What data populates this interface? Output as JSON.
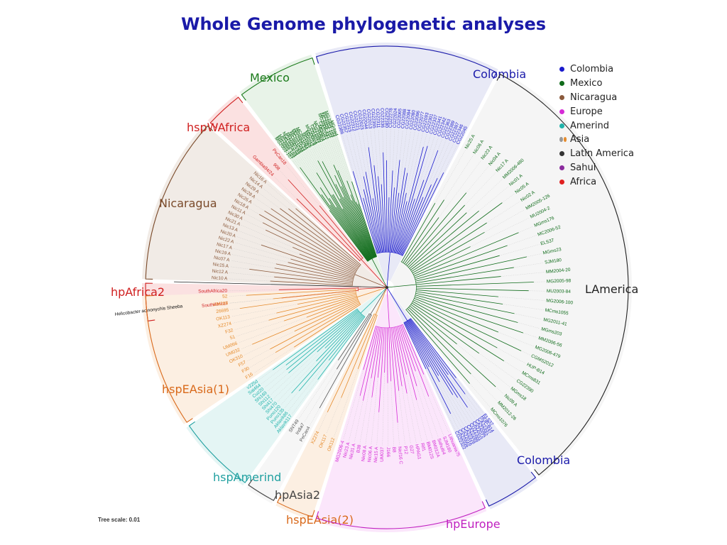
{
  "title": "Whole Genome phylogenetic analyses",
  "tree_scale": "Tree scale: 0.01",
  "legend": [
    {
      "label": "Colombia",
      "colors": [
        "#1a1acc"
      ]
    },
    {
      "label": "Mexico",
      "colors": [
        "#0f6b1a"
      ]
    },
    {
      "label": "Nicaragua",
      "colors": [
        "#8b5a3c"
      ]
    },
    {
      "label": "Europe",
      "colors": [
        "#d62bd6"
      ]
    },
    {
      "label": "Amerind",
      "colors": [
        "#20b2aa"
      ]
    },
    {
      "label": "Asia",
      "colors": [
        "#999999",
        "#e58a2a"
      ]
    },
    {
      "label": "Latin America",
      "colors": [
        "#333333"
      ]
    },
    {
      "label": "Sahul",
      "colors": [
        "#8b2b9e"
      ]
    },
    {
      "label": "Africa",
      "colors": [
        "#e02020"
      ]
    }
  ],
  "clades": [
    {
      "label": "Colombia",
      "color": "#1a1aaa",
      "fill": "#e8e9f6",
      "leaf_color": "#1a1acc",
      "leaves": [
        "CG22386",
        "CG22357",
        "CG22315",
        "CG22312",
        "CG22221",
        "CG22023",
        "CG22044",
        "CG22013",
        "CG22355",
        "CG22311",
        "CG22336",
        "CG22180",
        "CG22278",
        "CG22024",
        "CG22065",
        "CG22088",
        "CG22084",
        "CG22080",
        "CG22096",
        "CG22077",
        "CG22093",
        "CG22301",
        "CG22337",
        "CG22341",
        "CG22342",
        "CG22363",
        "CG22389",
        "CG22387",
        "CG22346",
        "CG22045"
      ]
    },
    {
      "label": "Mexico",
      "color": "#1a7a1a",
      "fill": "#e8f3e8",
      "leaf_color": "#0f6b1a",
      "leaves": [
        "MG2003-107",
        "MG2005-107",
        "MG2004-103",
        "MG2004-25",
        "MG2005-103",
        "MG2003-55",
        "MCms1029",
        "MCms1033",
        "MG2005-23",
        "MGms1064",
        "MCms1051",
        "MGms5",
        "MGms2",
        "HS2019",
        "MG2004-8",
        "CG2011",
        "CG22093",
        "CG22060",
        "MC2008-4",
        "MGms1",
        "CA22082",
        "MG2006-437",
        "MC2005-107",
        "MG2003-103",
        "MG2004-103",
        "MGms4"
      ]
    },
    {
      "label": "hspWAfrica",
      "color": "#d02020",
      "fill": "#fbe1e1",
      "leaf_color": "#d02020",
      "leaves": [
        "Gambia94/24",
        "908",
        "PeCan18"
      ]
    },
    {
      "label": "Nicaragua",
      "color": "#7a4a2a",
      "fill": "#f1ebe6",
      "leaf_color": "#8b5a3c",
      "leaves": [
        "Nic10 A",
        "Nic12 A",
        "Nic15 A",
        "Nic07 A",
        "Nic19 A",
        "Nic17 A",
        "Nic22 A",
        "Nic20 A",
        "Nic13 A",
        "Nic21 A",
        "Nic30 A",
        "Nic11 A",
        "Nic18 A",
        "Nic26 A",
        "Nic28 A",
        "Nic29 A",
        "Nic14 A",
        "Nic16 A"
      ]
    },
    {
      "label": "hpAfrica2",
      "color": "#d02020",
      "fill": "#fbe1e1",
      "leaf_color": "#d02020",
      "leaves": [
        "SouthAfrica7",
        "SouthAfrica20"
      ]
    },
    {
      "label": "hspEAsia(1)",
      "color": "#d9691a",
      "fill": "#fcefe2",
      "leaf_color": "#e58a2a",
      "leaves": [
        "F16",
        "F30",
        "F57",
        "OK310",
        "UM032",
        "UM066",
        "51",
        "F32",
        "XZ274",
        "OK113",
        "26695",
        "UM298",
        "52"
      ]
    },
    {
      "label": "hspAmerind",
      "color": "#20a0a0",
      "fill": "#e4f5f4",
      "leaf_color": "#20b2aa",
      "leaves": [
        "Aklavik117",
        "Aklavik86",
        "Puno135",
        "Puno120",
        "Shi470",
        "Shi417",
        "Shi112",
        "Shi169",
        "Cuz20",
        "Sat464",
        "v225d"
      ]
    },
    {
      "label": "hpAsia2",
      "color": "#444444",
      "fill": "#f6f6f6",
      "leaf_color": "#555555",
      "leaves": [
        "PeCan4",
        "India7",
        "SNT49"
      ]
    },
    {
      "label": "hspEAsia(2)",
      "color": "#d9691a",
      "fill": "#fcefe2",
      "leaf_color": "#e58a2a",
      "leaves": [
        "OK112",
        "OK117",
        "XZ274"
      ]
    },
    {
      "label": "hpEurope",
      "color": "#c020c0",
      "fill": "#fbe6fb",
      "leaf_color": "#d62bd6",
      "leaves": [
        "Lithuania75",
        "SJM180",
        "Sahul64",
        "BM012A",
        "BM012S",
        "Rif1",
        "HPAG1",
        "G27",
        "P12",
        "Nicf16 C",
        "B8",
        "J166",
        "UM037",
        "Nic15 A",
        "Nic06 A",
        "Nic08 A",
        "B38",
        "Nic31 A",
        "Nic23 A",
        "MG2006-4"
      ]
    },
    {
      "label": "Colombia",
      "color": "#1a1aaa",
      "fill": "#e8e9f6",
      "leaf_color": "#1a1acc",
      "leaves": [
        "ELS37",
        "HUP-B14",
        "CA22337",
        "CA22082",
        "CA22072",
        "CG22331",
        "CA22289",
        "CA22328",
        "CA22016",
        "CA22056",
        "CG22322"
      ]
    },
    {
      "label": "LAmerica",
      "color": "#222222",
      "fill": "#f5f5f5",
      "leaf_color": "#0f6b1a",
      "leaves": [
        "Nic25 A",
        "Nic06 A",
        "Nic23 A",
        "Nic04 A",
        "Nic17 A",
        "MM2006-480",
        "Nic01 A",
        "Nic05 A",
        "Nic02 A",
        "MM2005-126",
        "MU2004-2",
        "MGms176",
        "MC2006-52",
        "ELS37",
        "MGms23",
        "SJM180",
        "MM2004-20",
        "MG2005-98",
        "MU2003-84",
        "MG2006-100",
        "MCms1055",
        "MG2011-41",
        "MGms203",
        "MM2006-56",
        "MG2006-479",
        "CGMS2012",
        "HUP-B14",
        "MCms831",
        "CG22390",
        "MGms18",
        "Nic09 A",
        "MM2012-26",
        "MCms1076"
      ]
    }
  ],
  "outgroup": "Helicobacter acinonychis Sheeba"
}
